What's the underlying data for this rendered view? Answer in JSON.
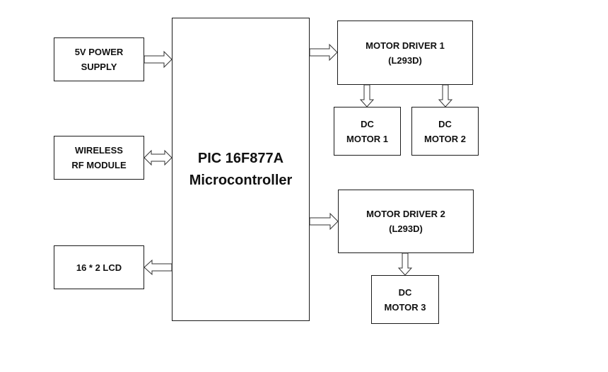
{
  "diagram": {
    "inputs": [
      {
        "id": "power",
        "lines": [
          "5V POWER",
          "SUPPLY"
        ],
        "connection": "input-to-mcu"
      },
      {
        "id": "rf",
        "lines": [
          "WIRELESS",
          "RF MODULE"
        ],
        "connection": "bidirectional"
      },
      {
        "id": "lcd",
        "lines": [
          "16 * 2 LCD"
        ],
        "connection": "output-from-mcu"
      }
    ],
    "controller": {
      "lines": [
        "PIC 16F877A",
        "Microcontroller"
      ]
    },
    "drivers": [
      {
        "id": "driver1",
        "lines": [
          "MOTOR DRIVER 1",
          "(L293D)"
        ]
      },
      {
        "id": "driver2",
        "lines": [
          "MOTOR DRIVER 2",
          "(L293D)"
        ]
      }
    ],
    "motors": [
      {
        "id": "motor1",
        "lines": [
          "DC",
          "MOTOR 1"
        ],
        "driven_by": "driver1"
      },
      {
        "id": "motor2",
        "lines": [
          "DC",
          "MOTOR 2"
        ],
        "driven_by": "driver1"
      },
      {
        "id": "motor3",
        "lines": [
          "DC",
          "MOTOR 3"
        ],
        "driven_by": "driver2"
      }
    ]
  }
}
